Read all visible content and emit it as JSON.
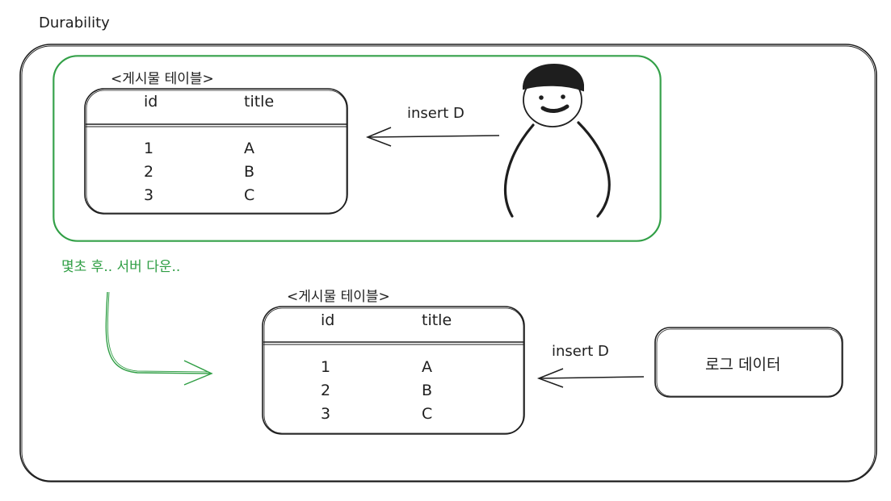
{
  "diagram": {
    "title": "Durability",
    "top": {
      "table_caption": "<게시물 테이블>",
      "columns": [
        "id",
        "title"
      ],
      "rows": [
        [
          "1",
          "A"
        ],
        [
          "2",
          "B"
        ],
        [
          "3",
          "C"
        ]
      ],
      "arrow_label": "insert D"
    },
    "transition_label": "몇초 후.. 서버 다운..",
    "bottom": {
      "table_caption": "<게시물 테이블>",
      "columns": [
        "id",
        "title"
      ],
      "rows": [
        [
          "1",
          "A"
        ],
        [
          "2",
          "B"
        ],
        [
          "3",
          "C"
        ]
      ],
      "arrow_label": "insert D",
      "log_box_label": "로그 데이터"
    },
    "colors": {
      "stroke": "#1e1e1e",
      "highlight": "#2f9e44"
    }
  }
}
